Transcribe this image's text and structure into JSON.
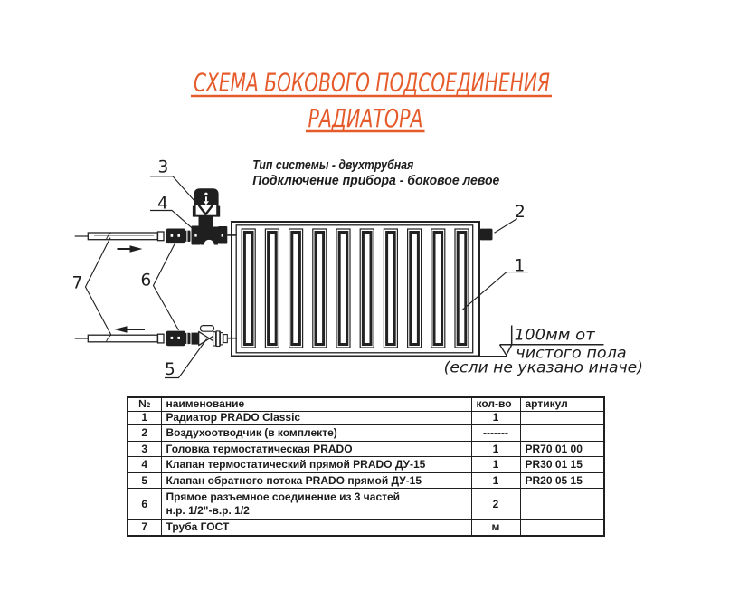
{
  "title": {
    "line1": "СХЕМА БОКОВОГО ПОДСОЕДИНЕНИЯ",
    "line2": "РАДИАТОРА",
    "color": "#e65b2b"
  },
  "subtitle": {
    "line1": "Тип системы - двухтрубная",
    "line2": "Подключение прибора - боковое левое"
  },
  "diagram": {
    "radiator_sections": 10,
    "callouts": {
      "c1": "1",
      "c2": "2",
      "c3": "3",
      "c4": "4",
      "c5": "5",
      "c6": "6",
      "c7": "7"
    },
    "floor_note": {
      "line1": "100мм от",
      "line2": "чистого пола",
      "line3": "(если не указано иначе)"
    }
  },
  "table": {
    "headers": {
      "num": "№",
      "name": "наименование",
      "qty": "кол-во",
      "article": "артикул"
    },
    "rows": [
      {
        "num": "1",
        "name": "Радиатор PRADO Classic",
        "qty": "1",
        "article": ""
      },
      {
        "num": "2",
        "name": "Воздухоотводчик (в комплекте)",
        "qty": "-------",
        "article": ""
      },
      {
        "num": "3",
        "name": "Головка термостатическая PRADO",
        "qty": "1",
        "article": "PR70 01 00"
      },
      {
        "num": "4",
        "name": "Клапан термостатический прямой PRADO ДУ-15",
        "qty": "1",
        "article": "PR30 01 15"
      },
      {
        "num": "5",
        "name": "Клапан обратного потока PRADO прямой ДУ-15",
        "qty": "1",
        "article": "PR20 05 15"
      },
      {
        "num": "6",
        "name": "Прямое разъемное соединение из 3 частей",
        "name2": "н.р. 1/2\"-в.р. 1/2",
        "qty": "2",
        "article": ""
      },
      {
        "num": "7",
        "name": "Труба ГОСТ",
        "qty": "м",
        "article": ""
      }
    ]
  }
}
